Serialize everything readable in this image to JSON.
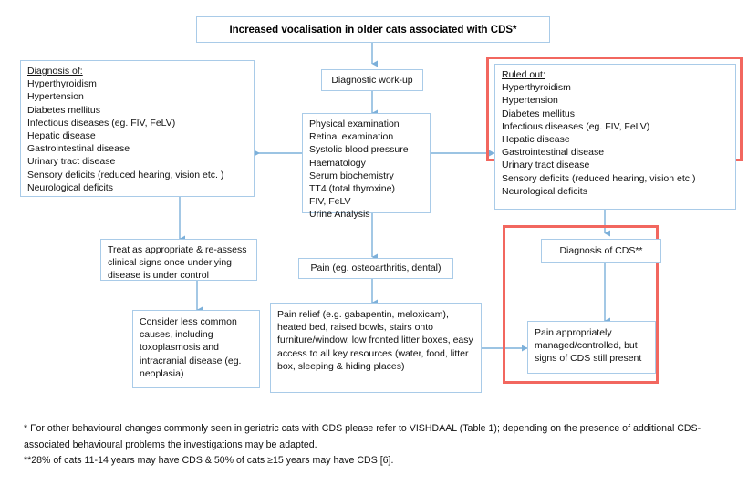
{
  "diagram": {
    "title": "Increased vocalisation in older cats associated with CDS*",
    "nodes": {
      "diagnostic_workup": "Diagnostic work-up",
      "diagnosis_of_heading": "Diagnosis of:",
      "diagnosis_of_items": [
        "Hyperthyroidism",
        "Hypertension",
        "Diabetes mellitus",
        "Infectious diseases (eg. FIV, FeLV)",
        "Hepatic disease",
        "Gastrointestinal disease",
        "Urinary tract disease",
        "Sensory deficits (reduced hearing, vision etc. )",
        "Neurological deficits"
      ],
      "ruled_out_heading": "Ruled out:",
      "ruled_out_items": [
        "Hyperthyroidism",
        "Hypertension",
        "Diabetes mellitus",
        "Infectious diseases (eg. FIV, FeLV)",
        "Hepatic disease",
        "Gastrointestinal disease",
        "Urinary tract disease",
        "Sensory deficits (reduced hearing, vision etc.)",
        "Neurological deficits"
      ],
      "tests_items": [
        "Physical examination",
        "Retinal examination",
        "Systolic blood pressure",
        "Haematology",
        "Serum biochemistry",
        "TT4 (total thyroxine)",
        "FIV, FeLV",
        "Urine Analysis"
      ],
      "treat_as_appropriate": "Treat as appropriate & re-assess clinical signs once underlying disease is under control",
      "consider_less_common": "Consider less common causes, including toxoplasmosis and intracranial disease (eg. neoplasia)",
      "pain": "Pain (eg. osteoarthritis, dental)",
      "pain_relief": "Pain relief (e.g. gabapentin, meloxicam), heated bed, raised bowls, stairs onto furniture/window, low fronted litter boxes, easy access to all key resources (water, food, litter box, sleeping & hiding places)",
      "diagnosis_of_cds": "Diagnosis of CDS**",
      "pain_managed": "Pain appropriately managed/controlled, but signs of CDS still present"
    },
    "footnotes": [
      "* For other behavioural changes commonly seen in geriatric cats with CDS please refer to VISHDAAL (Table 1); depending on the presence of additional CDS-associated behavioural problems the investigations may be adapted.",
      "**28% of cats 11-14 years may have CDS & 50% of cats ≥15 years may have CDS [6]."
    ],
    "colors": {
      "box_border": "#a9cbe8",
      "highlight_border": "#f2675f",
      "connector": "#7cb0da",
      "background": "#ffffff",
      "text": "#111111"
    }
  }
}
